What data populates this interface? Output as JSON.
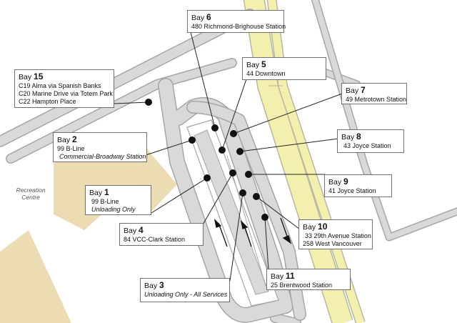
{
  "colors": {
    "road_fill": "#d9d9d9",
    "road_edge": "#a6a6a6",
    "rail_fill": "#f3f0ad",
    "rail_edge": "#b7b7a3",
    "park_fill": "#ebdcb4",
    "marker": "#111111",
    "leader": "#222222"
  },
  "bays": [
    {
      "id": "bay15",
      "label": "Bay",
      "number": "15",
      "lines": [
        {
          "text": "C19 Alma via Spanish Banks",
          "italic": false
        },
        {
          "text": "C20 Marine Drive via Totem Park",
          "italic": false
        },
        {
          "text": "C22 Hampton Place",
          "italic": false
        }
      ]
    },
    {
      "id": "bay6",
      "label": "Bay",
      "number": "6",
      "lines": [
        {
          "text": "480 Richmond-Brighouse Station",
          "italic": false
        }
      ]
    },
    {
      "id": "bay5",
      "label": "Bay",
      "number": "5",
      "lines": [
        {
          "text": "44 Downtown",
          "italic": false
        }
      ]
    },
    {
      "id": "bay7",
      "label": "Bay",
      "number": "7",
      "lines": [
        {
          "text": "49 Metrotown Station",
          "italic": false
        }
      ]
    },
    {
      "id": "bay2",
      "label": "Bay",
      "number": "2",
      "lines": [
        {
          "text": "99  B-Line",
          "italic": false
        },
        {
          "text": "Commercial-Broadway Station",
          "italic": true,
          "indent": true
        }
      ]
    },
    {
      "id": "bay8",
      "label": "Bay",
      "number": "8",
      "lines": [
        {
          "text": "43 Joyce Station",
          "italic": false,
          "indent": true
        }
      ]
    },
    {
      "id": "bay1",
      "label": "Bay",
      "number": "1",
      "lines": [
        {
          "text": "99  B-Line",
          "italic": false,
          "indent": true
        },
        {
          "text": "Unloading Only",
          "italic": true,
          "indent": true
        }
      ]
    },
    {
      "id": "bay9",
      "label": "Bay",
      "number": "9",
      "lines": [
        {
          "text": "41 Joyce Station",
          "italic": false
        }
      ]
    },
    {
      "id": "bay4",
      "label": "Bay",
      "number": "4",
      "lines": [
        {
          "text": "84 VCC-Clark Station",
          "italic": false
        }
      ]
    },
    {
      "id": "bay10",
      "label": "Bay",
      "number": "10",
      "lines": [
        {
          "text": "33 29th Avenue Station",
          "italic": false,
          "indent": true
        },
        {
          "text": "258 West Vancouver",
          "italic": false
        }
      ]
    },
    {
      "id": "bay3",
      "label": "Bay",
      "number": "3",
      "lines": [
        {
          "text": "Unloading Only - All Services",
          "italic": true
        }
      ]
    },
    {
      "id": "bay11",
      "label": "Bay",
      "number": "11",
      "lines": [
        {
          "text": "25 Brentwood Station",
          "italic": false
        }
      ]
    }
  ],
  "places": {
    "recreation": "Recreation\nCentre"
  }
}
